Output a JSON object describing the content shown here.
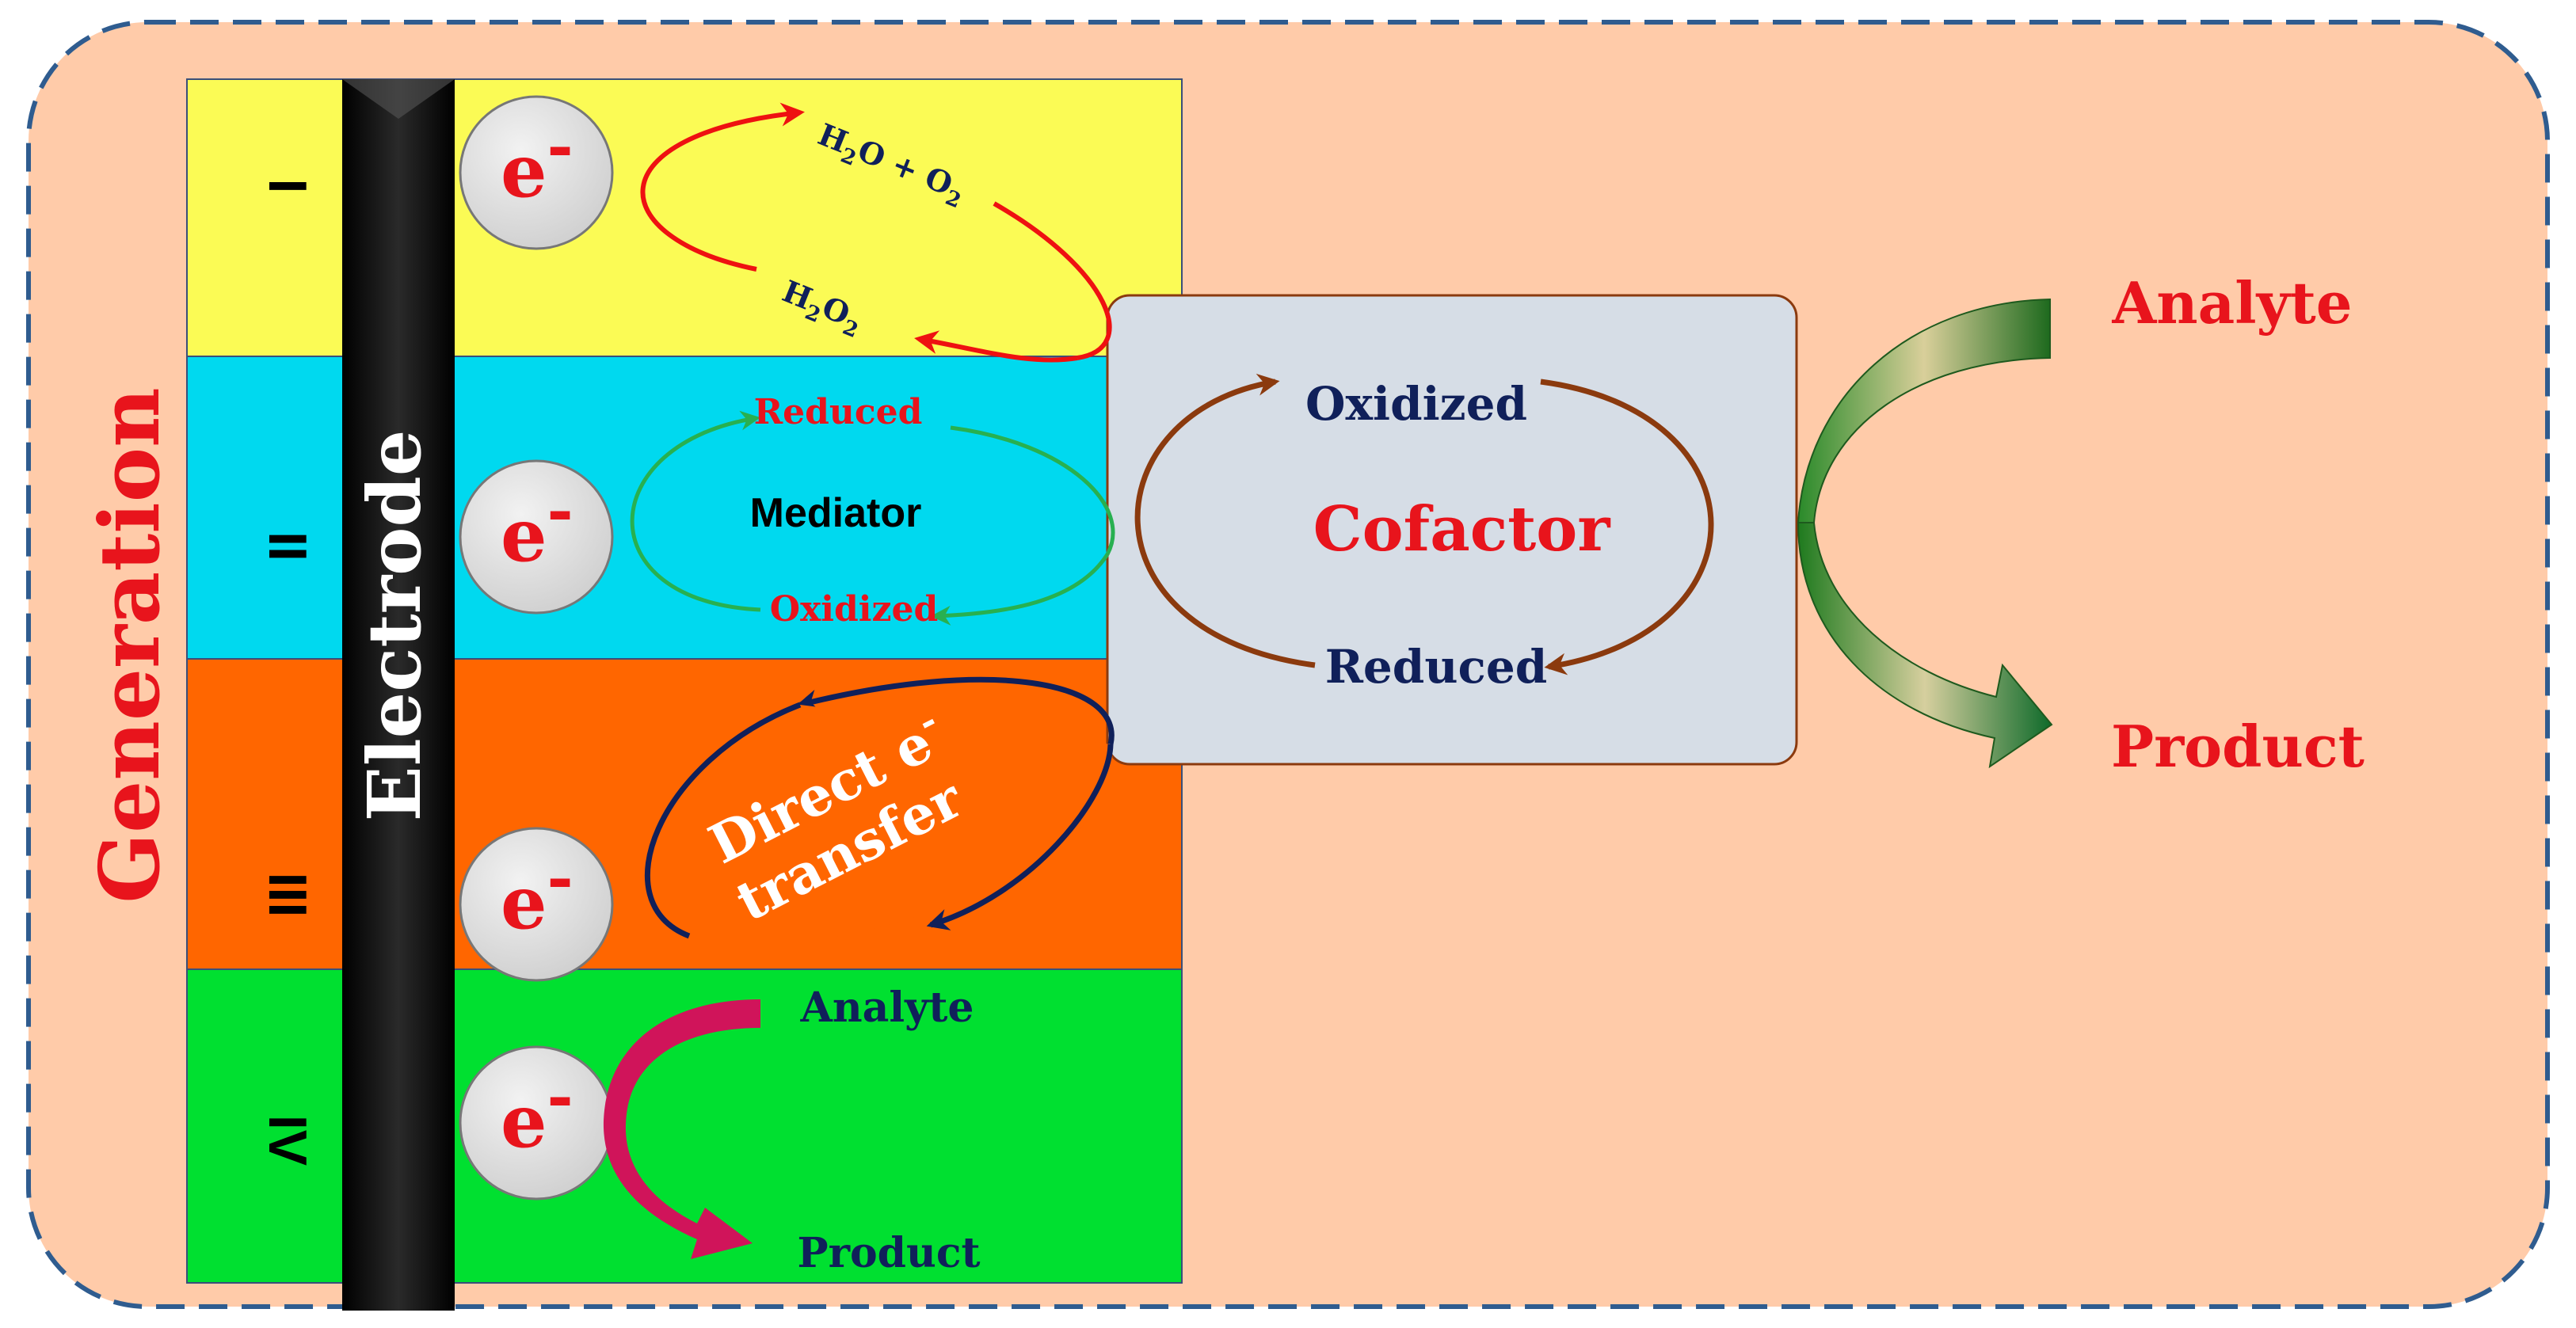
{
  "side_label": "Generation",
  "electrode_label": "Electrode",
  "electron": {
    "base": "e",
    "charge": "-"
  },
  "generations": [
    {
      "numeral": "I",
      "color": "#FBFB55"
    },
    {
      "numeral": "II",
      "color": "#00D9EF"
    },
    {
      "numeral": "III",
      "color": "#FF6600"
    },
    {
      "numeral": "IV",
      "color": "#00E030"
    }
  ],
  "gen1": {
    "top_species": {
      "part1": "H",
      "sub1": "2",
      "part2": "O + O",
      "sub2": "2"
    },
    "bottom_species": {
      "part1": "H",
      "sub1": "2",
      "part2": "O",
      "sub2": "2"
    }
  },
  "gen2": {
    "reduced": "Reduced",
    "center": "Mediator",
    "oxidized": "Oxidized"
  },
  "gen3": {
    "line1_base": "Direct e",
    "line1_sup": "-",
    "line2": "transfer"
  },
  "gen4": {
    "analyte": "Analyte",
    "product": "Product"
  },
  "cofactor": {
    "center": "Cofactor",
    "oxidized": "Oxidized",
    "reduced": "Reduced"
  },
  "enzyme": {
    "analyte": "Analyte",
    "product": "Product"
  },
  "colors": {
    "background": "#FFCBA9",
    "border": "#2F5C8F",
    "red_text": "#E8141C",
    "navy_text": "#10205A",
    "cofactor_box": "#D6DDE6",
    "cofactor_arrow": "#8B3A0E",
    "gen1_arrow": "#EE1111",
    "gen2_arrow": "#28B050",
    "gen3_arrow": "#10205A",
    "gen4_arrow": "#D0145A",
    "green_arrow": "#1E7A1E"
  }
}
